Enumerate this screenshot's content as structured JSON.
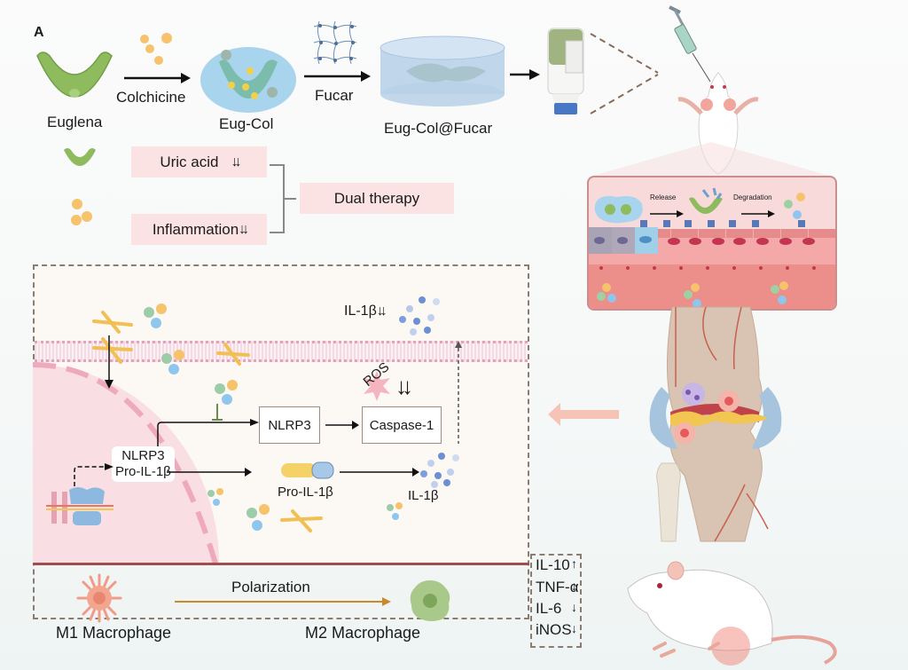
{
  "panel_label": "A",
  "synthesis": {
    "euglena": "Euglena",
    "colchicine": "Colchicine",
    "eug_col": "Eug-Col",
    "fucar": "Fucar",
    "eug_col_fucar": "Eug-Col@Fucar"
  },
  "therapy": {
    "uric_acid": "Uric acid",
    "inflammation": "Inflammation",
    "down_arrows": "↓↓",
    "dual_therapy": "Dual therapy"
  },
  "tissue_inset": {
    "release": "Release",
    "degradation": "Degradation"
  },
  "mechanism": {
    "il1b_released": "IL-1β",
    "il1b_down": "↓↓",
    "ros": "ROS",
    "ros_down": "↓↓",
    "nlrp3_box": "NLRP3",
    "caspase_box": "Caspase-1",
    "nucleus_label_line1": "NLRP3",
    "nucleus_label_line2": "Pro-IL-1β",
    "pro_il1b": "Pro-IL-1β",
    "il1b": "IL-1β"
  },
  "polarization": {
    "label": "Polarization",
    "m1": "M1 Macrophage",
    "m2": "M2 Macrophage"
  },
  "cytokines": [
    {
      "name": "IL-10",
      "trend": "↑"
    },
    {
      "name": "TNF-α",
      "trend": "↓"
    },
    {
      "name": "IL-6",
      "trend": "↓"
    },
    {
      "name": "iNOS",
      "trend": "↓"
    }
  ],
  "colors": {
    "euglena_green": "#8dbb5e",
    "colchicine_orange": "#f6c26b",
    "pink_label": "#fbe3e3",
    "membrane_pink": "#e7a6bf",
    "tissue_red": "#ea8c86",
    "dash_brown": "#8a7b73",
    "polarization_arrow": "#c98a2e"
  }
}
